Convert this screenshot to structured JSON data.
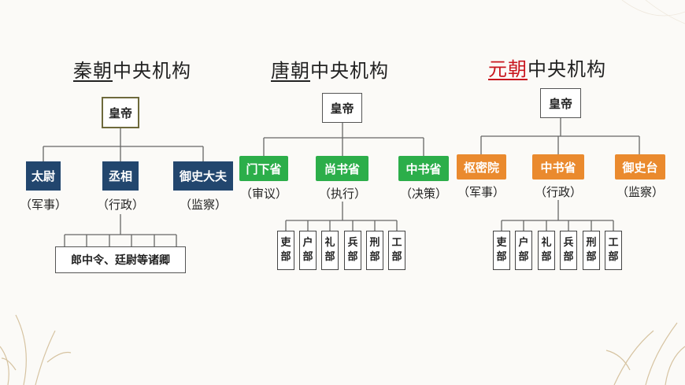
{
  "colors": {
    "navy": "#22466e",
    "green": "#2cae4a",
    "orange": "#ea8a2e",
    "title_red": "#c8161e",
    "line": "#666666"
  },
  "qin": {
    "title_dynasty": "秦朝",
    "title_rest": "中央机构",
    "emperor": "皇帝",
    "officials": [
      {
        "name": "太尉",
        "role": "（军事）"
      },
      {
        "name": "丞相",
        "role": "（行政）"
      },
      {
        "name": "御史大夫",
        "role": "（监察）"
      }
    ],
    "bottom": "郎中令、廷尉等诸卿"
  },
  "tang": {
    "title_dynasty": "唐朝",
    "title_rest": "中央机构",
    "emperor": "皇帝",
    "provinces": [
      {
        "name": "门下省",
        "role": "（审议）"
      },
      {
        "name": "尚书省",
        "role": "（执行）"
      },
      {
        "name": "中书省",
        "role": "（决策）"
      }
    ],
    "ministries": [
      [
        "吏",
        "部"
      ],
      [
        "户",
        "部"
      ],
      [
        "礼",
        "部"
      ],
      [
        "兵",
        "部"
      ],
      [
        "刑",
        "部"
      ],
      [
        "工",
        "部"
      ]
    ]
  },
  "yuan": {
    "title_dynasty": "元朝",
    "title_rest": "中央机构",
    "emperor": "皇帝",
    "organs": [
      {
        "name": "枢密院",
        "role": "（军事）"
      },
      {
        "name": "中书省",
        "role": "（行政）"
      },
      {
        "name": "御史台",
        "role": "（监察）"
      }
    ],
    "ministries": [
      [
        "吏",
        "部"
      ],
      [
        "户",
        "部"
      ],
      [
        "礼",
        "部"
      ],
      [
        "兵",
        "部"
      ],
      [
        "刑",
        "部"
      ],
      [
        "工",
        "部"
      ]
    ]
  }
}
